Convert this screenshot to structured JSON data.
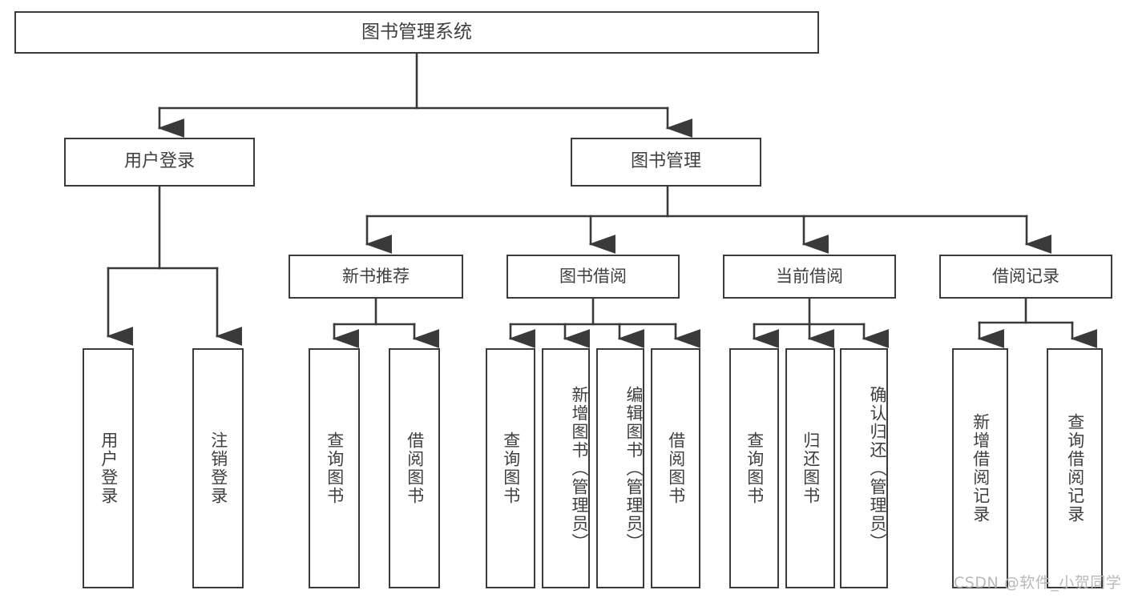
{
  "diagram": {
    "title": "图书管理系统",
    "type": "tree-hierarchy",
    "watermark": "CSDN @软件_小贺同学",
    "colors": {
      "border": "#3a3a3a",
      "text": "#3f3f3f",
      "background": "#ffffff",
      "watermark": "#b9b9b9"
    },
    "nodes": {
      "root": {
        "label": "图书管理系统"
      },
      "level1": [
        {
          "id": "user-login",
          "label": "用户登录"
        },
        {
          "id": "book-manage",
          "label": "图书管理"
        }
      ],
      "level2": [
        {
          "id": "new-book-recommend",
          "label": "新书推荐"
        },
        {
          "id": "book-borrow",
          "label": "图书借阅"
        },
        {
          "id": "current-borrow",
          "label": "当前借阅"
        },
        {
          "id": "borrow-record",
          "label": "借阅记录"
        }
      ],
      "leaves": {
        "user_login": [
          {
            "id": "leaf-user-login",
            "label": "用户登录"
          },
          {
            "id": "leaf-logout-login",
            "label": "注销登录"
          }
        ],
        "new_book_recommend": [
          {
            "id": "leaf-query-book-1",
            "label": "查询图书"
          },
          {
            "id": "leaf-borrow-book-1",
            "label": "借阅图书"
          }
        ],
        "book_borrow": [
          {
            "id": "leaf-query-book-2",
            "label": "查询图书"
          },
          {
            "id": "leaf-add-book",
            "label": "新增图书（管理员）"
          },
          {
            "id": "leaf-edit-book",
            "label": "编辑图书（管理员）"
          },
          {
            "id": "leaf-borrow-book-2",
            "label": "借阅图书"
          }
        ],
        "current_borrow": [
          {
            "id": "leaf-query-book-3",
            "label": "查询图书"
          },
          {
            "id": "leaf-return-book",
            "label": "归还图书"
          },
          {
            "id": "leaf-confirm-return",
            "label": "确认归还（管理员）"
          }
        ],
        "borrow_record": [
          {
            "id": "leaf-add-record",
            "label": "新增借阅记录"
          },
          {
            "id": "leaf-query-record",
            "label": "查询借阅记录"
          }
        ]
      }
    }
  }
}
